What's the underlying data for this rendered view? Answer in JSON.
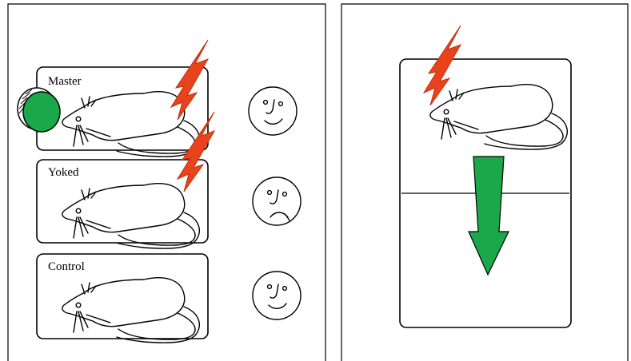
{
  "left_panel": {
    "chambers": [
      {
        "id": "master",
        "label": "Master",
        "face": "happy",
        "has_shock": true,
        "has_wheel": true
      },
      {
        "id": "yoked",
        "label": "Yoked",
        "face": "sad",
        "has_shock": true,
        "has_wheel": false
      },
      {
        "id": "control",
        "label": "Control",
        "face": "happy",
        "has_shock": false,
        "has_wheel": false
      }
    ]
  },
  "right_panel": {
    "has_shock": true,
    "arrow_direction": "down"
  },
  "colors": {
    "shock": "#e8431c",
    "wheel": "#1aa84a",
    "arrow": "#1aa84a",
    "outline": "#000000"
  }
}
